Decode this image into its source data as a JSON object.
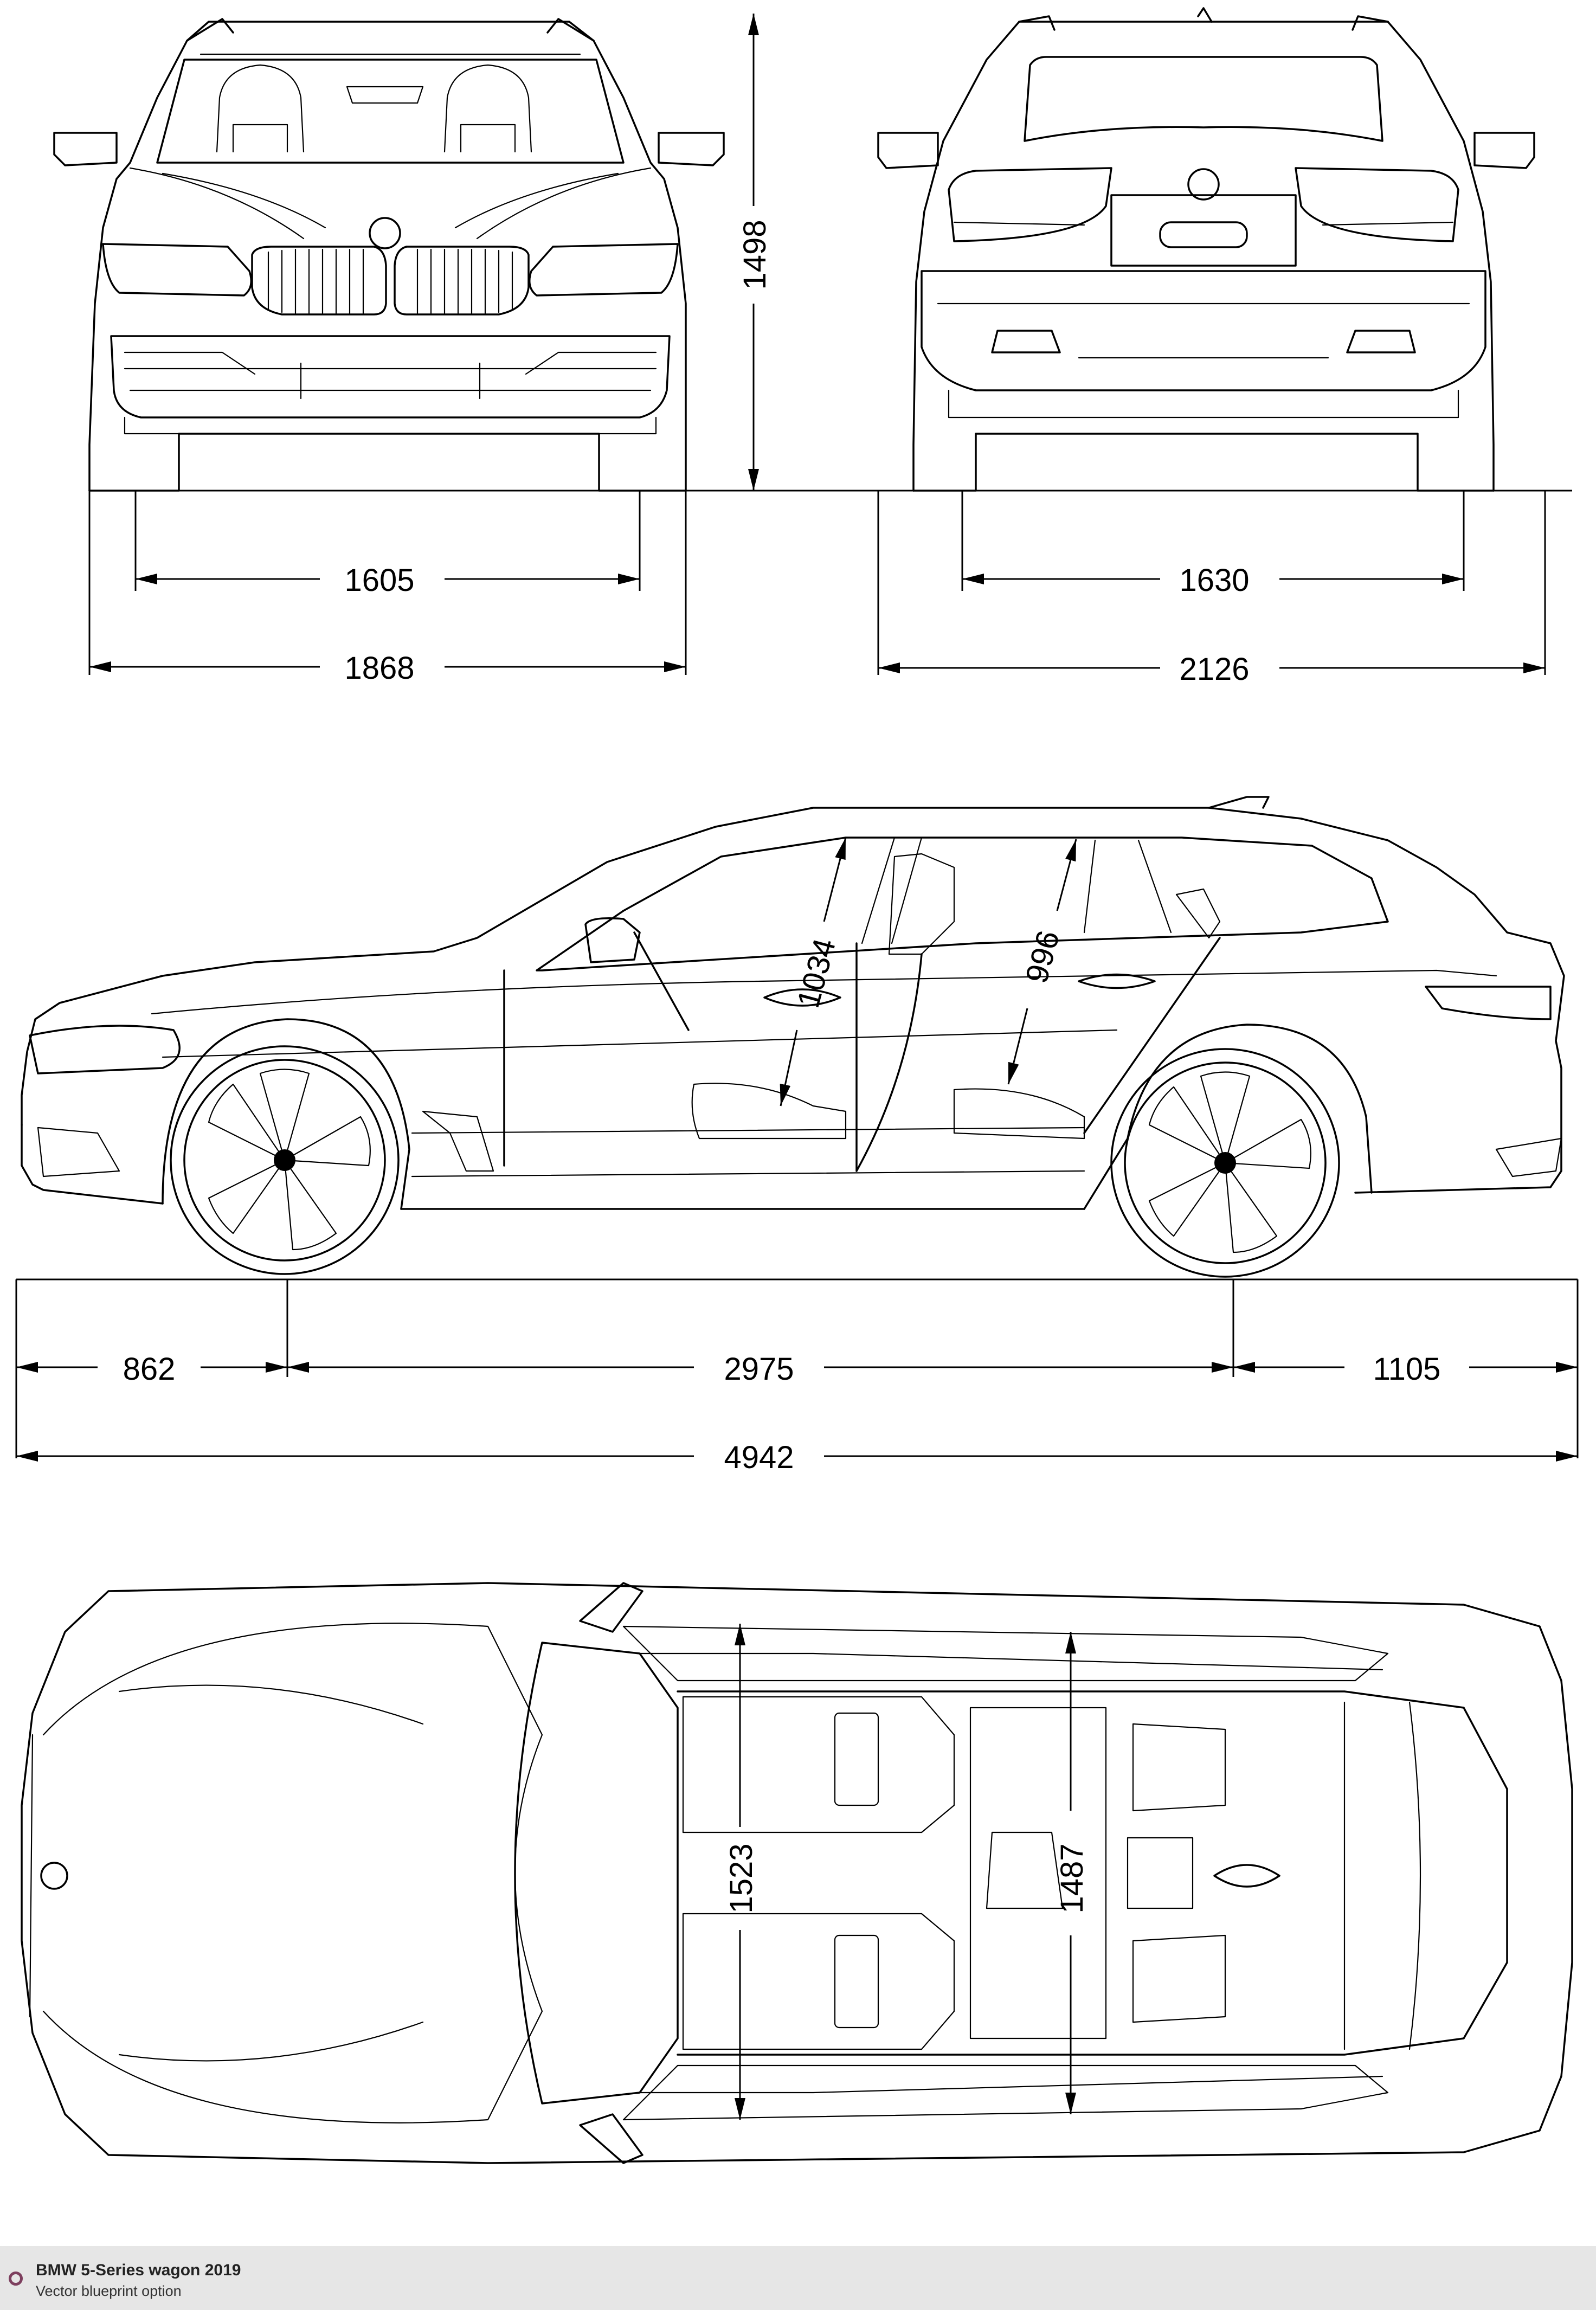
{
  "dimensions": {
    "front_track": "1605",
    "front_width": "1868",
    "height": "1498",
    "rear_track": "1630",
    "mirror_width": "2126",
    "front_headroom": "1034",
    "rear_headroom": "996",
    "front_overhang": "862",
    "wheelbase": "2975",
    "rear_overhang": "1105",
    "length": "4942",
    "front_shoulder_width": "1523",
    "rear_shoulder_width": "1487"
  },
  "footer": {
    "title": "BMW 5-Series wagon 2019",
    "subtitle": "Vector blueprint option"
  },
  "colors": {
    "line": "#000000",
    "background": "#ffffff",
    "footer_bg": "#e6e6e6",
    "footer_icon": "#7d3f5e"
  }
}
